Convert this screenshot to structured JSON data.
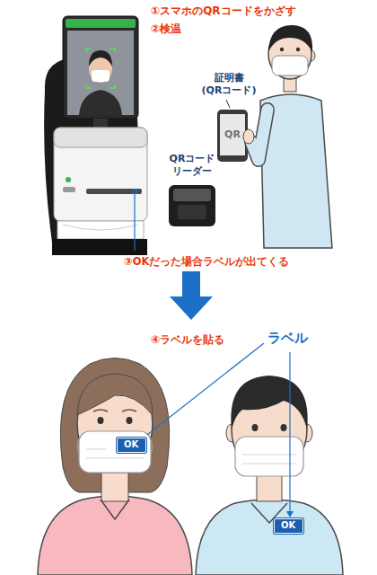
{
  "diagram": {
    "nodes": [
      {
        "text": [
          "OK"
        ]
      },
      {
        "text": [
          "OK"
        ]
      }
    ],
    "labels": [
      "①スマホのQRコードをかざす",
      "②検温",
      "証明書 (QRコード)",
      "QR",
      "QRコード リーダー",
      "③OKだった場合ラベルが出てくる",
      "④ラベルを貼る",
      "ラベル"
    ]
  }
}
